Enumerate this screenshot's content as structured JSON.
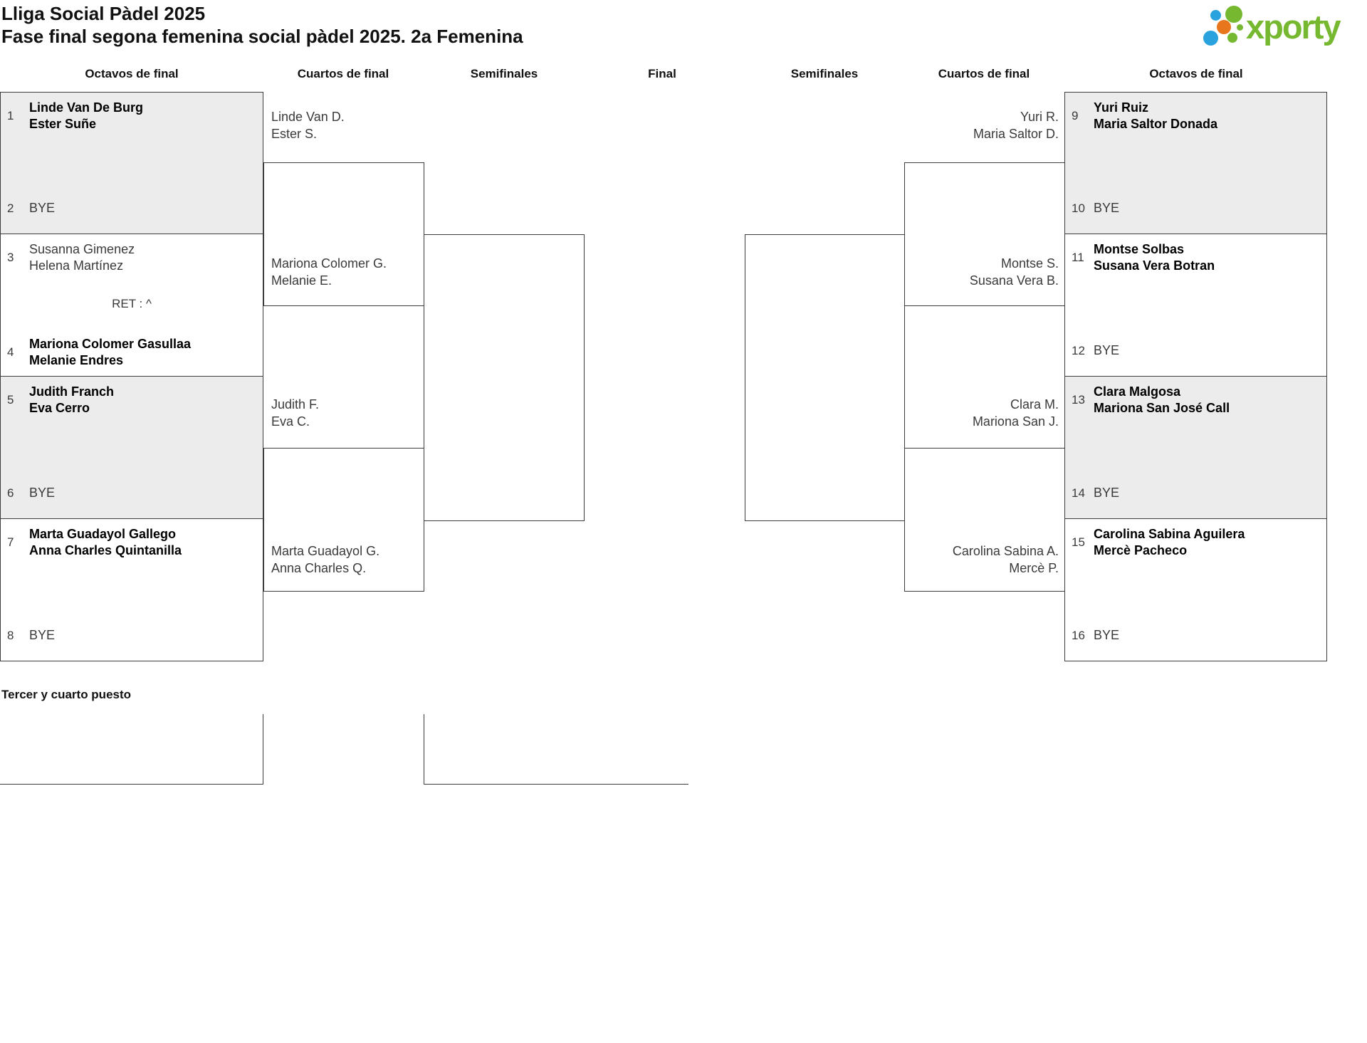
{
  "page": {
    "title_line1": "Lliga Social Pàdel 2025",
    "title_line2": "Fase final segona femenina social pàdel 2025. 2a Femenina"
  },
  "logo": {
    "text": "xporty",
    "green": "#76b82f",
    "blue": "#29a2dd",
    "orange": "#e8761d"
  },
  "headers": {
    "octavos_left": "Octavos de final",
    "cuartos_left": "Cuartos de final",
    "semis_left": "Semifinales",
    "final": "Final",
    "semis_right": "Semifinales",
    "cuartos_right": "Cuartos de final",
    "octavos_right": "Octavos de final"
  },
  "octavos_left": [
    {
      "seed": "1",
      "name1": "Linde Van De Burg",
      "name2": "Ester Suñe"
    },
    {
      "seed": "2",
      "name1": "BYE",
      "name2": ""
    },
    {
      "seed": "3",
      "name1": "Susanna Gimenez",
      "name2": "Helena Martínez"
    },
    {
      "seed": "4",
      "name1": "Mariona Colomer Gasullaa",
      "name2": "Melanie Endres"
    },
    {
      "seed": "5",
      "name1": "Judith Franch",
      "name2": "Eva Cerro"
    },
    {
      "seed": "6",
      "name1": "BYE",
      "name2": ""
    },
    {
      "seed": "7",
      "name1": "Marta Guadayol Gallego",
      "name2": "Anna Charles Quintanilla"
    },
    {
      "seed": "8",
      "name1": "BYE",
      "name2": ""
    }
  ],
  "octavos_right": [
    {
      "seed": "9",
      "name1": "Yuri Ruiz",
      "name2": "Maria Saltor Donada"
    },
    {
      "seed": "10",
      "name1": "BYE",
      "name2": ""
    },
    {
      "seed": "11",
      "name1": "Montse Solbas",
      "name2": "Susana Vera Botran"
    },
    {
      "seed": "12",
      "name1": "BYE",
      "name2": ""
    },
    {
      "seed": "13",
      "name1": "Clara Malgosa",
      "name2": "Mariona San José Call"
    },
    {
      "seed": "14",
      "name1": "BYE",
      "name2": ""
    },
    {
      "seed": "15",
      "name1": "Carolina Sabina Aguilera",
      "name2": "Mercè Pacheco"
    },
    {
      "seed": "16",
      "name1": "BYE",
      "name2": ""
    }
  ],
  "ret_note": "RET : ^",
  "cuartos_left": [
    {
      "name1": "Linde Van D.",
      "name2": "Ester S."
    },
    {
      "name1": "Mariona Colomer G.",
      "name2": "Melanie E."
    },
    {
      "name1": "Judith F.",
      "name2": "Eva C."
    },
    {
      "name1": "Marta Guadayol G.",
      "name2": "Anna Charles Q."
    }
  ],
  "cuartos_right": [
    {
      "name1": "Yuri R.",
      "name2": "Maria Saltor D."
    },
    {
      "name1": "Montse S.",
      "name2": "Susana Vera B."
    },
    {
      "name1": "Clara M.",
      "name2": "Mariona San J."
    },
    {
      "name1": "Carolina Sabina A.",
      "name2": "Mercè P."
    }
  ],
  "third_place": {
    "label": "Tercer y cuarto puesto"
  }
}
